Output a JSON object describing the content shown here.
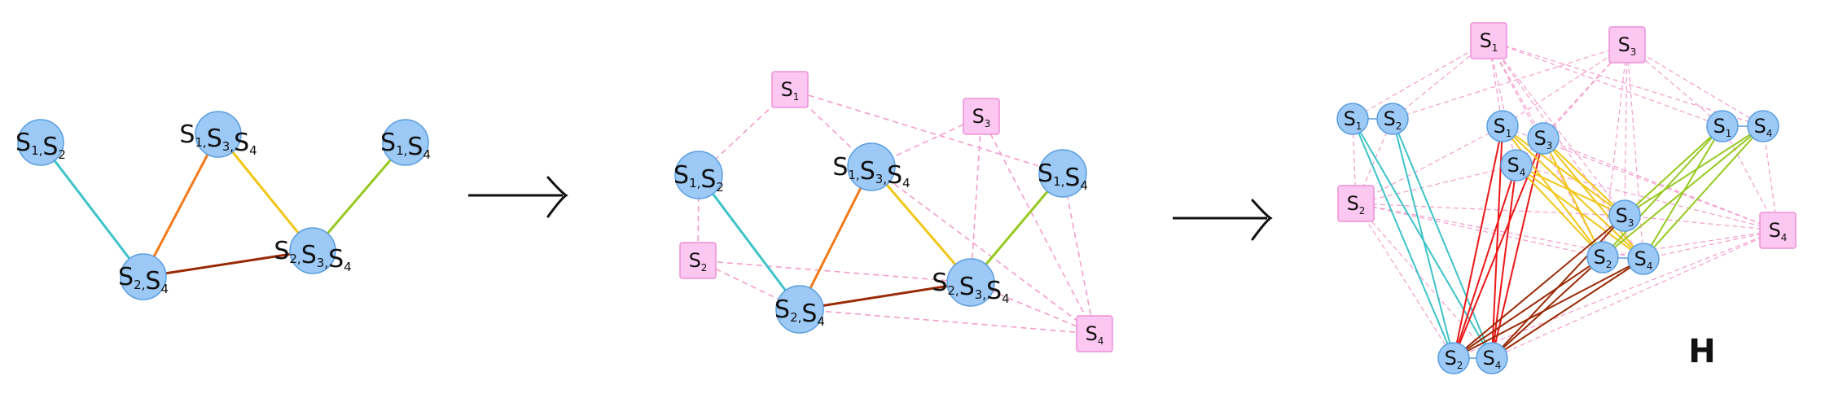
{
  "colors": {
    "circle_fill": "#9cc9f5",
    "circle_stroke": "#5a9ee0",
    "square_fill": "#fcc7f0",
    "square_stroke": "#ee8fd8",
    "dashed": "#f49ccd",
    "cyan": "#3cc3c9",
    "orange": "#f27a1a",
    "yellow": "#f2c616",
    "green": "#96c920",
    "brown": "#9a2a06",
    "red": "#ee1616",
    "arrow": "#111111"
  },
  "vertex_labels": {
    "s1s2": [
      "1",
      "2"
    ],
    "s1s3s4": [
      "1",
      "3",
      "4"
    ],
    "s1s4": [
      "1",
      "4"
    ],
    "s2s4": [
      "2",
      "4"
    ],
    "s2s3s4": [
      "2",
      "3",
      "4"
    ],
    "s1": [
      "1"
    ],
    "s2": [
      "2"
    ],
    "s3": [
      "3"
    ],
    "s4": [
      "4"
    ]
  },
  "hypergraph_label": "H"
}
